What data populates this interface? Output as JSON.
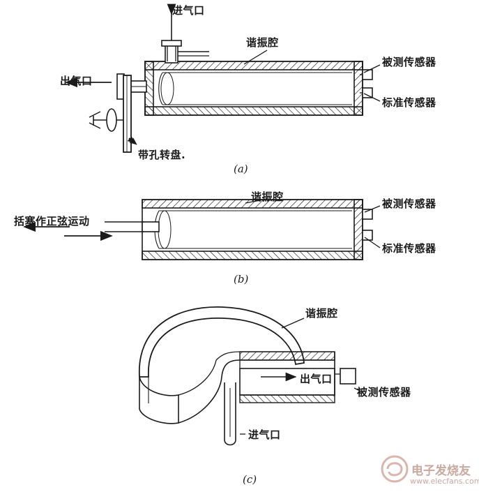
{
  "figure": {
    "title_absent": true,
    "panels": [
      {
        "id": "a",
        "caption": "(a)"
      },
      {
        "id": "b",
        "caption": "(b)"
      },
      {
        "id": "c",
        "caption": "(c)"
      }
    ]
  },
  "labels": {
    "a": {
      "inlet": "进气口",
      "resonant_cavity": "谐振腔",
      "sensor_under_test": "被测传感器",
      "standard_sensor": "标准传感器",
      "outlet": "出气口",
      "perforated_disc": "带孔转盘."
    },
    "b": {
      "resonant_cavity": "谐振腔",
      "piston_motion": "括塞作正弦运动",
      "sensor_under_test": "被测传感器",
      "standard_sensor": "标准传感器"
    },
    "c": {
      "resonant_cavity": "谐振腔",
      "outlet": "出气口",
      "sensor_under_test": "被测传感器",
      "inlet": "进气口"
    }
  },
  "watermark": {
    "cn": "电子发烧友",
    "url": "www.elecfans.com"
  }
}
